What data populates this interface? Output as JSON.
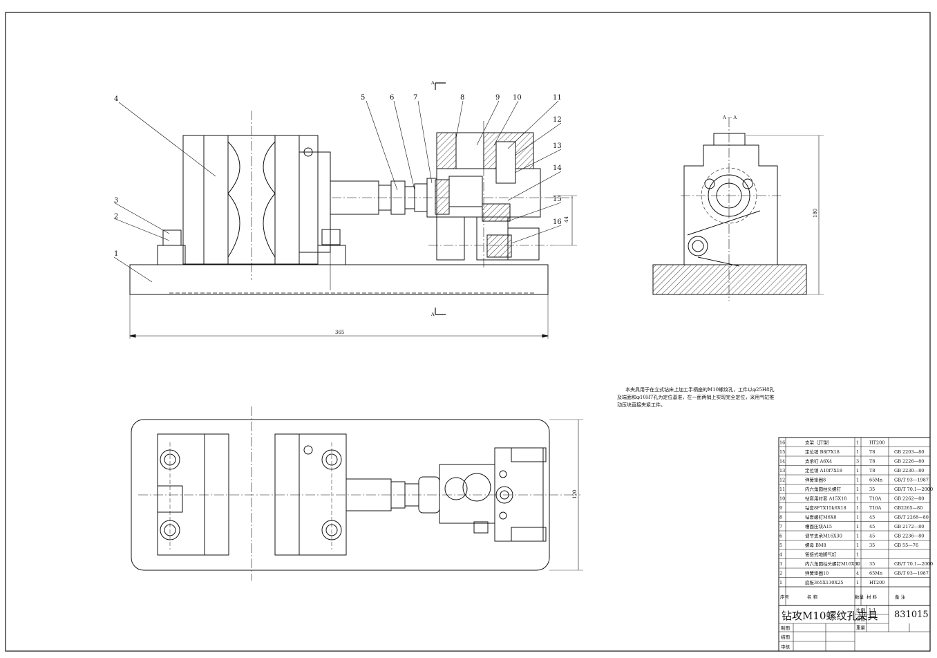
{
  "drawing": {
    "leaders": [
      "1",
      "2",
      "3",
      "4",
      "5",
      "6",
      "7",
      "8",
      "9",
      "10",
      "11",
      "12",
      "13",
      "14",
      "15",
      "16"
    ],
    "dimensions": {
      "overall_length": "365",
      "height_side": "180",
      "width_plan": "120",
      "small_vertical": "44"
    },
    "section_marks": {
      "top": "A",
      "bottom": "A",
      "view_title": "A — A"
    },
    "note": {
      "line1": "本夹具用于在立式钻床上加工手柄座的M10螺纹孔，工件以φ25H8孔",
      "line2": "及端面和φ10H7孔为定位基准，在一面两销上实现完全定位，采用气缸推",
      "line3": "动压块直接夹紧工件。"
    }
  },
  "title_block": {
    "parts": [
      {
        "no": "16",
        "name": "支架（JT型）",
        "qty": "1",
        "material": "HT200",
        "std": ""
      },
      {
        "no": "15",
        "name": "定位销 B8f7X18",
        "qty": "1",
        "material": "T8",
        "std": "GB 2203—80"
      },
      {
        "no": "14",
        "name": "支承钉 A6X4",
        "qty": "3",
        "material": "T8",
        "std": "GB 2226—80"
      },
      {
        "no": "13",
        "name": "定位销 A10f7X18",
        "qty": "1",
        "material": "T8",
        "std": "GB 2230—80"
      },
      {
        "no": "12",
        "name": "弹簧垫圈8",
        "qty": "1",
        "material": "65Mn",
        "std": "GB/T 93—1987"
      },
      {
        "no": "11",
        "name": "内六角圆柱头螺钉",
        "qty": "1",
        "material": "35",
        "std": "GB/T 70.1—2000"
      },
      {
        "no": "10",
        "name": "钻套用衬套 A15X18",
        "qty": "1",
        "material": "T10A",
        "std": "GB 2262—80"
      },
      {
        "no": "9",
        "name": "钻套8F7X15k6X18",
        "qty": "1",
        "material": "T10A",
        "std": "GB2265—80"
      },
      {
        "no": "8",
        "name": "钻套螺钉M6X8",
        "qty": "1",
        "material": "45",
        "std": "GB/T 2268—80"
      },
      {
        "no": "7",
        "name": "槽面压块A15",
        "qty": "1",
        "material": "45",
        "std": "GB 2172—80"
      },
      {
        "no": "6",
        "name": "调节支承M16X30",
        "qty": "1",
        "material": "45",
        "std": "GB 2236—80"
      },
      {
        "no": "5",
        "name": "螺母 BM8",
        "qty": "1",
        "material": "35",
        "std": "GB 55—76"
      },
      {
        "no": "4",
        "name": "管接式地脚气缸",
        "qty": "1",
        "material": "",
        "std": ""
      },
      {
        "no": "3",
        "name": "内六角圆柱头螺钉M16X30",
        "qty": "4",
        "material": "35",
        "std": "GB/T 70.1—2000"
      },
      {
        "no": "2",
        "name": "弹簧垫圈10",
        "qty": "4",
        "material": "65Mn",
        "std": "GB/T 93—1987"
      },
      {
        "no": "1",
        "name": "底板365X130X25",
        "qty": "1",
        "material": "HT200",
        "std": ""
      }
    ],
    "header": {
      "seq": "序号",
      "name": "名  称",
      "qty": "数量",
      "material": "材  料",
      "remark": "备  注"
    },
    "title": "钻攻M10螺纹孔夹具",
    "scale_label": "比例",
    "scale_value": "1:1",
    "count_label": "件数",
    "weight_label": "重量",
    "drawing_no": "831015",
    "made_by": "制图",
    "drawn_by": "描图",
    "checked_by": "审核"
  }
}
